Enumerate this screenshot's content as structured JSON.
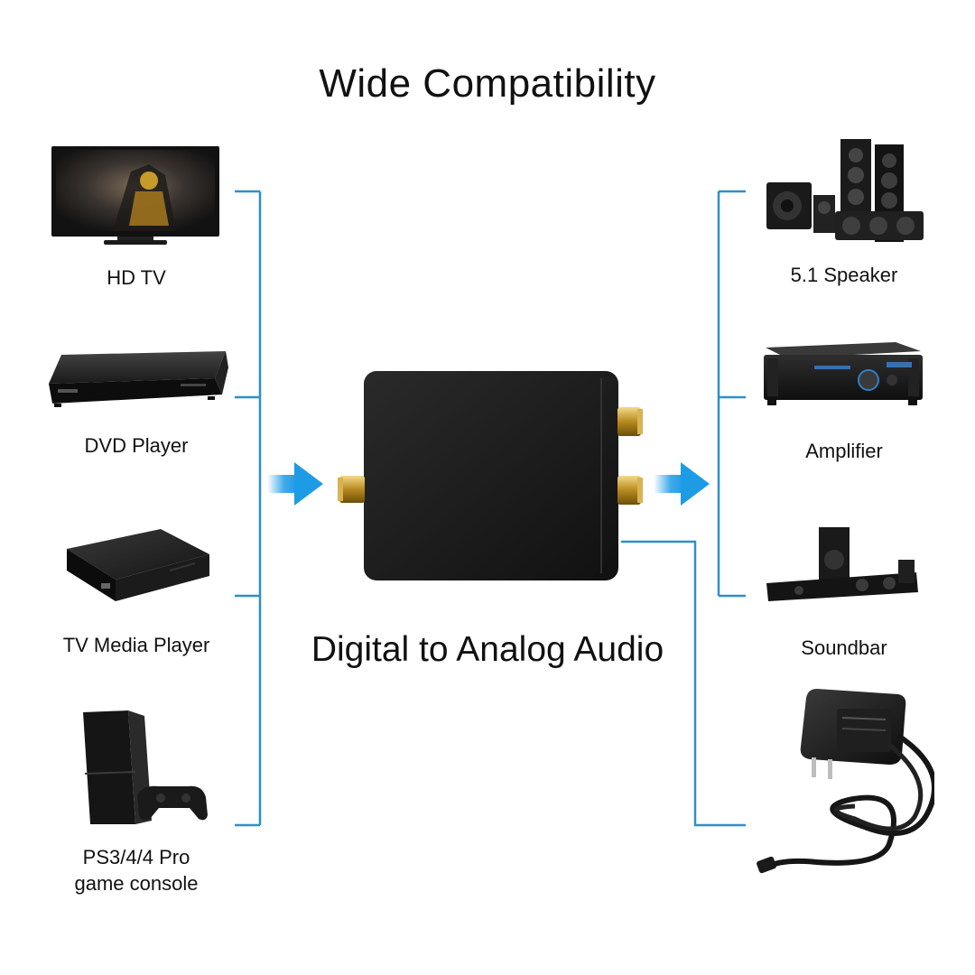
{
  "title": "Wide Compatibility",
  "subtitle": "Digital to Analog Audio",
  "accent_color": "#2f8fc8",
  "arrow_color": "#1e9be5",
  "sources": [
    {
      "label": "HD TV",
      "icon": "tv-icon"
    },
    {
      "label": "DVD Player",
      "icon": "dvd-player-icon"
    },
    {
      "label": "TV Media Player",
      "icon": "media-player-icon"
    },
    {
      "label": "PS3/4/4 Pro\ngame console",
      "icon": "game-console-icon"
    }
  ],
  "outputs": [
    {
      "label": "5.1 Speaker",
      "icon": "speaker-system-icon"
    },
    {
      "label": "Amplifier",
      "icon": "amplifier-icon"
    },
    {
      "label": "Soundbar",
      "icon": "soundbar-icon"
    }
  ],
  "power": {
    "icon": "power-adapter-icon"
  },
  "device": {
    "icon": "dac-converter-icon"
  }
}
